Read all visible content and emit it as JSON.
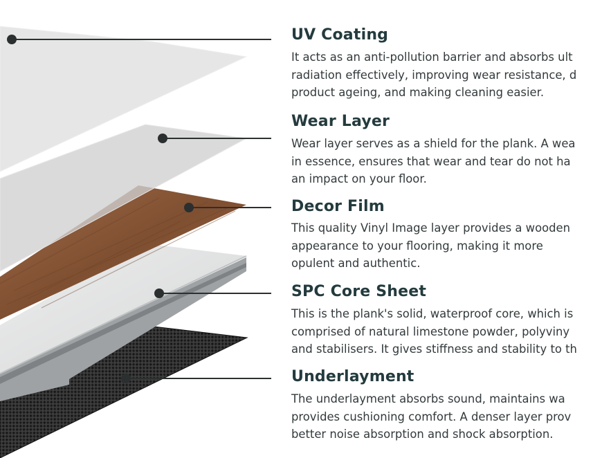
{
  "layers": [
    {
      "title": "UV Coating",
      "lines": [
        "It acts as an anti-pollution barrier and absorbs ult",
        "radiation effectively, improving wear resistance, d",
        "product ageing, and making cleaning easier."
      ]
    },
    {
      "title": "Wear Layer",
      "lines": [
        "Wear layer serves as a shield for the plank. A wea",
        "in essence, ensures that wear and tear do not ha",
        "an impact on your floor."
      ]
    },
    {
      "title": "Decor Film",
      "lines": [
        "This quality Vinyl Image layer provides a wooden",
        "appearance to your flooring, making it more",
        "opulent and authentic."
      ]
    },
    {
      "title": "SPC Core Sheet",
      "lines": [
        "This is the plank's solid, waterproof core, which is",
        "comprised of natural limestone powder, polyviny",
        "and stabilisers. It gives stiffness and stability to th"
      ]
    },
    {
      "title": "Underlayment",
      "lines": [
        "The underlayment absorbs sound, maintains wa",
        "provides cushioning comfort. A denser layer prov",
        "better noise absorption and shock absorption."
      ]
    }
  ],
  "colors": {
    "title": "#243b3e",
    "text": "#333a3c",
    "leader_line": "#2b2f30",
    "wood": "#8a5a3b",
    "core": "#e4e6e7",
    "underlayment": "#2e2e2e"
  }
}
